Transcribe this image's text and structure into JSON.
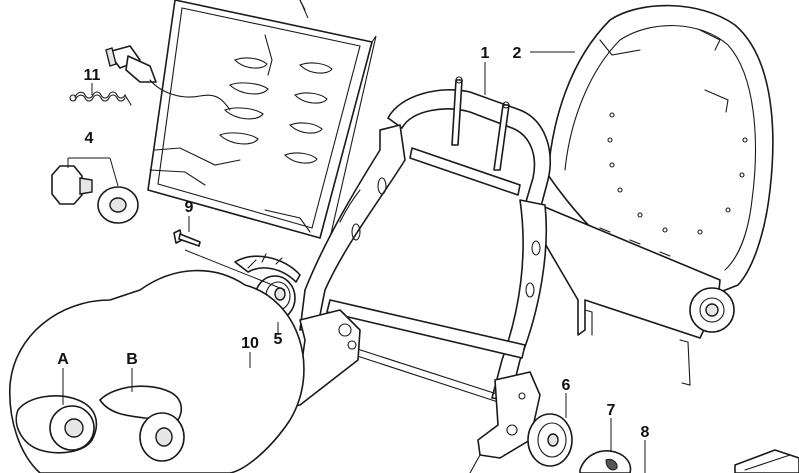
{
  "callouts": {
    "c1": "1",
    "c2": "2",
    "c4": "4",
    "c5": "5",
    "c6": "6",
    "c7": "7",
    "c8": "8",
    "c9": "9",
    "c10": "10",
    "c11": "11",
    "cA": "A",
    "cB": "B"
  },
  "colors": {
    "ink": "#1a1a1a",
    "background": "#ffffff",
    "shade": "#e6e6e6"
  }
}
